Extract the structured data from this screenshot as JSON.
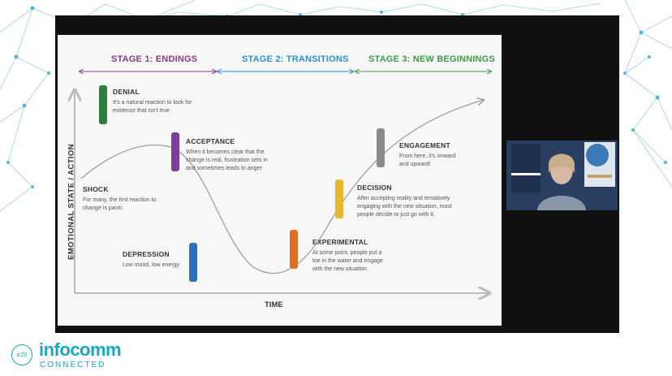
{
  "stages": [
    {
      "label": "STAGE 1: ENDINGS",
      "color": "#8a3a86"
    },
    {
      "label": "STAGE 2: TRANSITIONS",
      "color": "#2f8fd2"
    },
    {
      "label": "STAGE 3: NEW BEGINNINGS",
      "color": "#3f9b4a"
    }
  ],
  "axes": {
    "y": "EMOTIONAL STATE / ACTION",
    "x": "TIME"
  },
  "phases": {
    "denial": {
      "title": "DENIAL",
      "desc": "It's a natural reaction to look for evidence that isn't true.",
      "color": "#2e7d3a"
    },
    "acceptance": {
      "title": "ACCEPTANCE",
      "desc": "When it becomes clear that the change is real, frustration sets in and sometimes leads to anger",
      "color": "#7b3f98"
    },
    "shock": {
      "title": "SHOCK",
      "desc": "For many, the first reaction to change is panic."
    },
    "depression": {
      "title": "DEPRESSION",
      "desc": "Low mood, low energy",
      "color": "#2f6fb5"
    },
    "experimental": {
      "title": "EXPERIMENTAL",
      "desc": "At some point, people put a toe in the water and engage with the new situation",
      "color": "#e07020"
    },
    "decision": {
      "title": "DECISION",
      "desc": "After accepting reality and tentatively engaging with the new situation, most people decide to just go with it.",
      "color": "#e8b62f"
    },
    "engagement": {
      "title": "ENGAGEMENT",
      "desc": "From here, it's onward and upward!",
      "color": "#8a8a8a"
    }
  },
  "logo": {
    "main": "infocomm",
    "sub": "CONNECTED",
    "badge": "ic20"
  },
  "colors": {
    "brand": "#16a7c9",
    "curve": "#999999",
    "axis": "#bbbbbb"
  }
}
